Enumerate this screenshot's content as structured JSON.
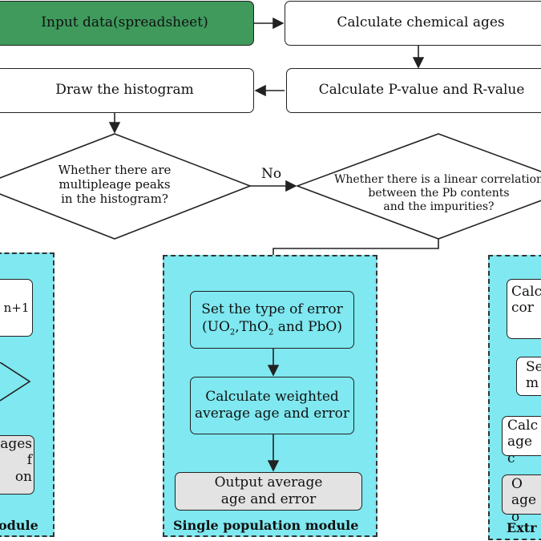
{
  "nodes": {
    "input": "Input data(spreadsheet)",
    "calc_ages": "Calculate chemical ages",
    "histogram": "Draw the histogram",
    "calc_pr": "Calculate P-value and R-value",
    "decision_left": "Whether there are\nmultipleage peaks\nin the histogram?",
    "decision_right": "Whether there is a linear correlation\nbetween the Pb contents\nand the impurities?",
    "label_no_1": "No",
    "label_no_2": "No"
  },
  "left_module": {
    "item1": "n+1",
    "item2": "ages\nf\non",
    "title": "odule"
  },
  "center_module": {
    "error_type_line1": "Set the type of  error",
    "error_type_line2_a": "(UO",
    "error_type_sub1": "2",
    "error_type_line2_b": ",ThO",
    "error_type_sub2": "2",
    "error_type_line2_c": " and PbO)",
    "weighted": "Calculate weighted\naverage age and error",
    "output": "Output average\nage and error",
    "title": "Single population module"
  },
  "right_module": {
    "item1": "Calc\ncor",
    "item2": "Se\nm",
    "item3": "Calc\nage c",
    "item4": "O\nage o",
    "title": "Extr"
  },
  "colors": {
    "input_fill": "#3f9a5c",
    "module_fill": "#7fe8f0",
    "output_fill": "#e3e3e3"
  }
}
